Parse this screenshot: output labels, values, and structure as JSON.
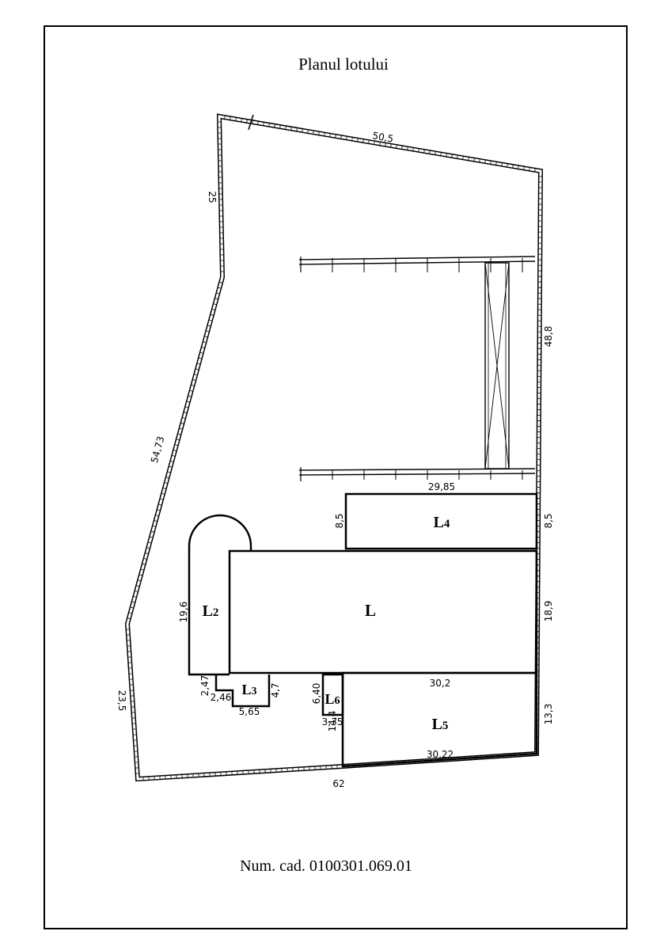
{
  "title": "Planul lotului",
  "cadastral": "Num. cad. 0100301.069.01",
  "colors": {
    "line": "#000000",
    "background": "#ffffff"
  },
  "dimensions": {
    "top": "50,5",
    "left_upper": "25",
    "right_upper": "48,8",
    "left_diag": "54,73",
    "left_lower": "23,5",
    "bottom": "62",
    "l4_top": "29,85",
    "l4_left": "8,5",
    "l4_right": "8,5",
    "l_right": "18,9",
    "l2_left": "19,6",
    "l3_a": "2,47",
    "l3_b": "2,46",
    "l3_c": "5,65",
    "l3_d": "4,7",
    "l6_a": "6,40",
    "l6_b": "3,35",
    "l5_left": "14,4",
    "l5_top": "30,2",
    "l5_right": "13,3",
    "l5_bottom": "30,22"
  },
  "labels": {
    "L": "L",
    "L2": "L",
    "L2_sub": "2",
    "L3": "L",
    "L3_sub": "3",
    "L4": "L",
    "L4_sub": "4",
    "L5": "L",
    "L5_sub": "5",
    "L6": "L",
    "L6_sub": "6"
  }
}
